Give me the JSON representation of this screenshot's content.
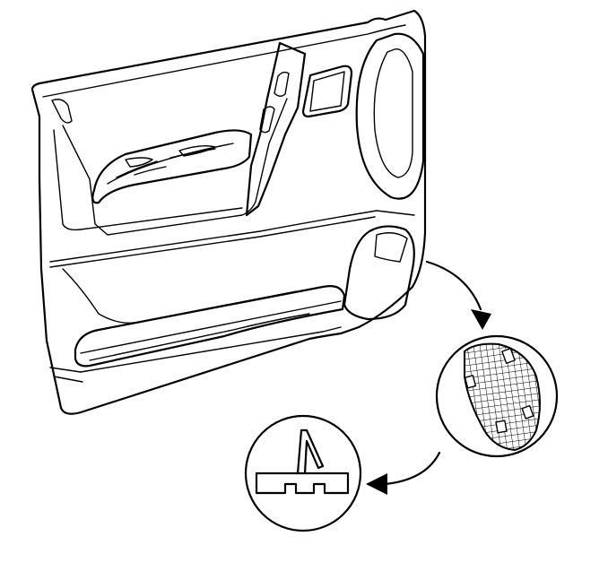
{
  "illustration": {
    "subject": "front-door-trim-panel",
    "callouts": [
      "speaker-grille-detail",
      "retaining-clip-detail"
    ],
    "colors": {
      "line": "#000000",
      "background": "#ffffff"
    }
  }
}
